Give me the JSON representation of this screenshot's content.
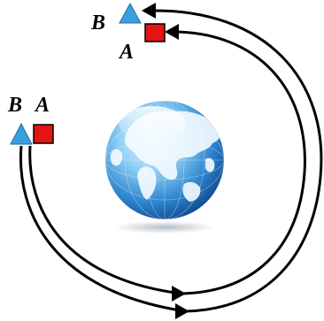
{
  "diagram": {
    "labels": {
      "top_b": "B",
      "top_a": "A",
      "left_b": "B",
      "left_a": "A"
    },
    "objects": {
      "A": {
        "shape": "square",
        "color": "#e31414"
      },
      "B": {
        "shape": "triangle",
        "color": "#3aa0dc"
      }
    },
    "center": {
      "icon": "earth-globe-icon"
    },
    "orbit_color": "#000000"
  }
}
